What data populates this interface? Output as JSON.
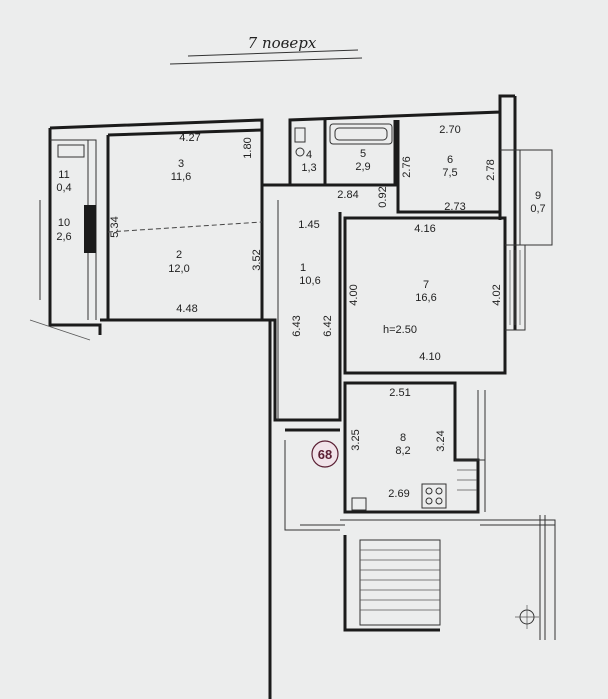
{
  "title": "7 поверх",
  "apartment_number": "68",
  "ceiling_height": "h=2.50",
  "rooms": [
    {
      "number": "1",
      "area": "10,6"
    },
    {
      "number": "2",
      "area": "12,0"
    },
    {
      "number": "3",
      "area": "11,6"
    },
    {
      "number": "4",
      "area": "1,3"
    },
    {
      "number": "5",
      "area": "2,9"
    },
    {
      "number": "6",
      "area": "7,5"
    },
    {
      "number": "7",
      "area": "16,6"
    },
    {
      "number": "8",
      "area": "8,2"
    },
    {
      "number": "9",
      "area": "0,7"
    },
    {
      "number": "10",
      "area": "2,6"
    },
    {
      "number": "11",
      "area": "0,4"
    }
  ],
  "dimensions": {
    "r3_top": "4.27",
    "r3_right": "1.80",
    "r2_left": "5.34",
    "r2_right": "3.52",
    "r2_bottom": "4.48",
    "r5_bottom": "2.84",
    "r5_right": "0.92",
    "r6_top": "2.70",
    "r6_left": "2.76",
    "r6_right": "2.78",
    "r6_bottom": "2.73",
    "corridor_top": "1.45",
    "corridor_left": "6.43",
    "corridor_right": "6.42",
    "r7_top": "4.16",
    "r7_left": "4.00",
    "r7_right": "4.02",
    "r7_bottom": "4.10",
    "r8_top": "2.51",
    "r8_left": "3.25",
    "r8_right": "3.24",
    "r8_bottom": "2.69"
  },
  "colors": {
    "paper": "#eceded",
    "wall": "#1b1b1b",
    "stamp_fill": "#f1e4ea",
    "stamp_text": "#5a1f33"
  }
}
